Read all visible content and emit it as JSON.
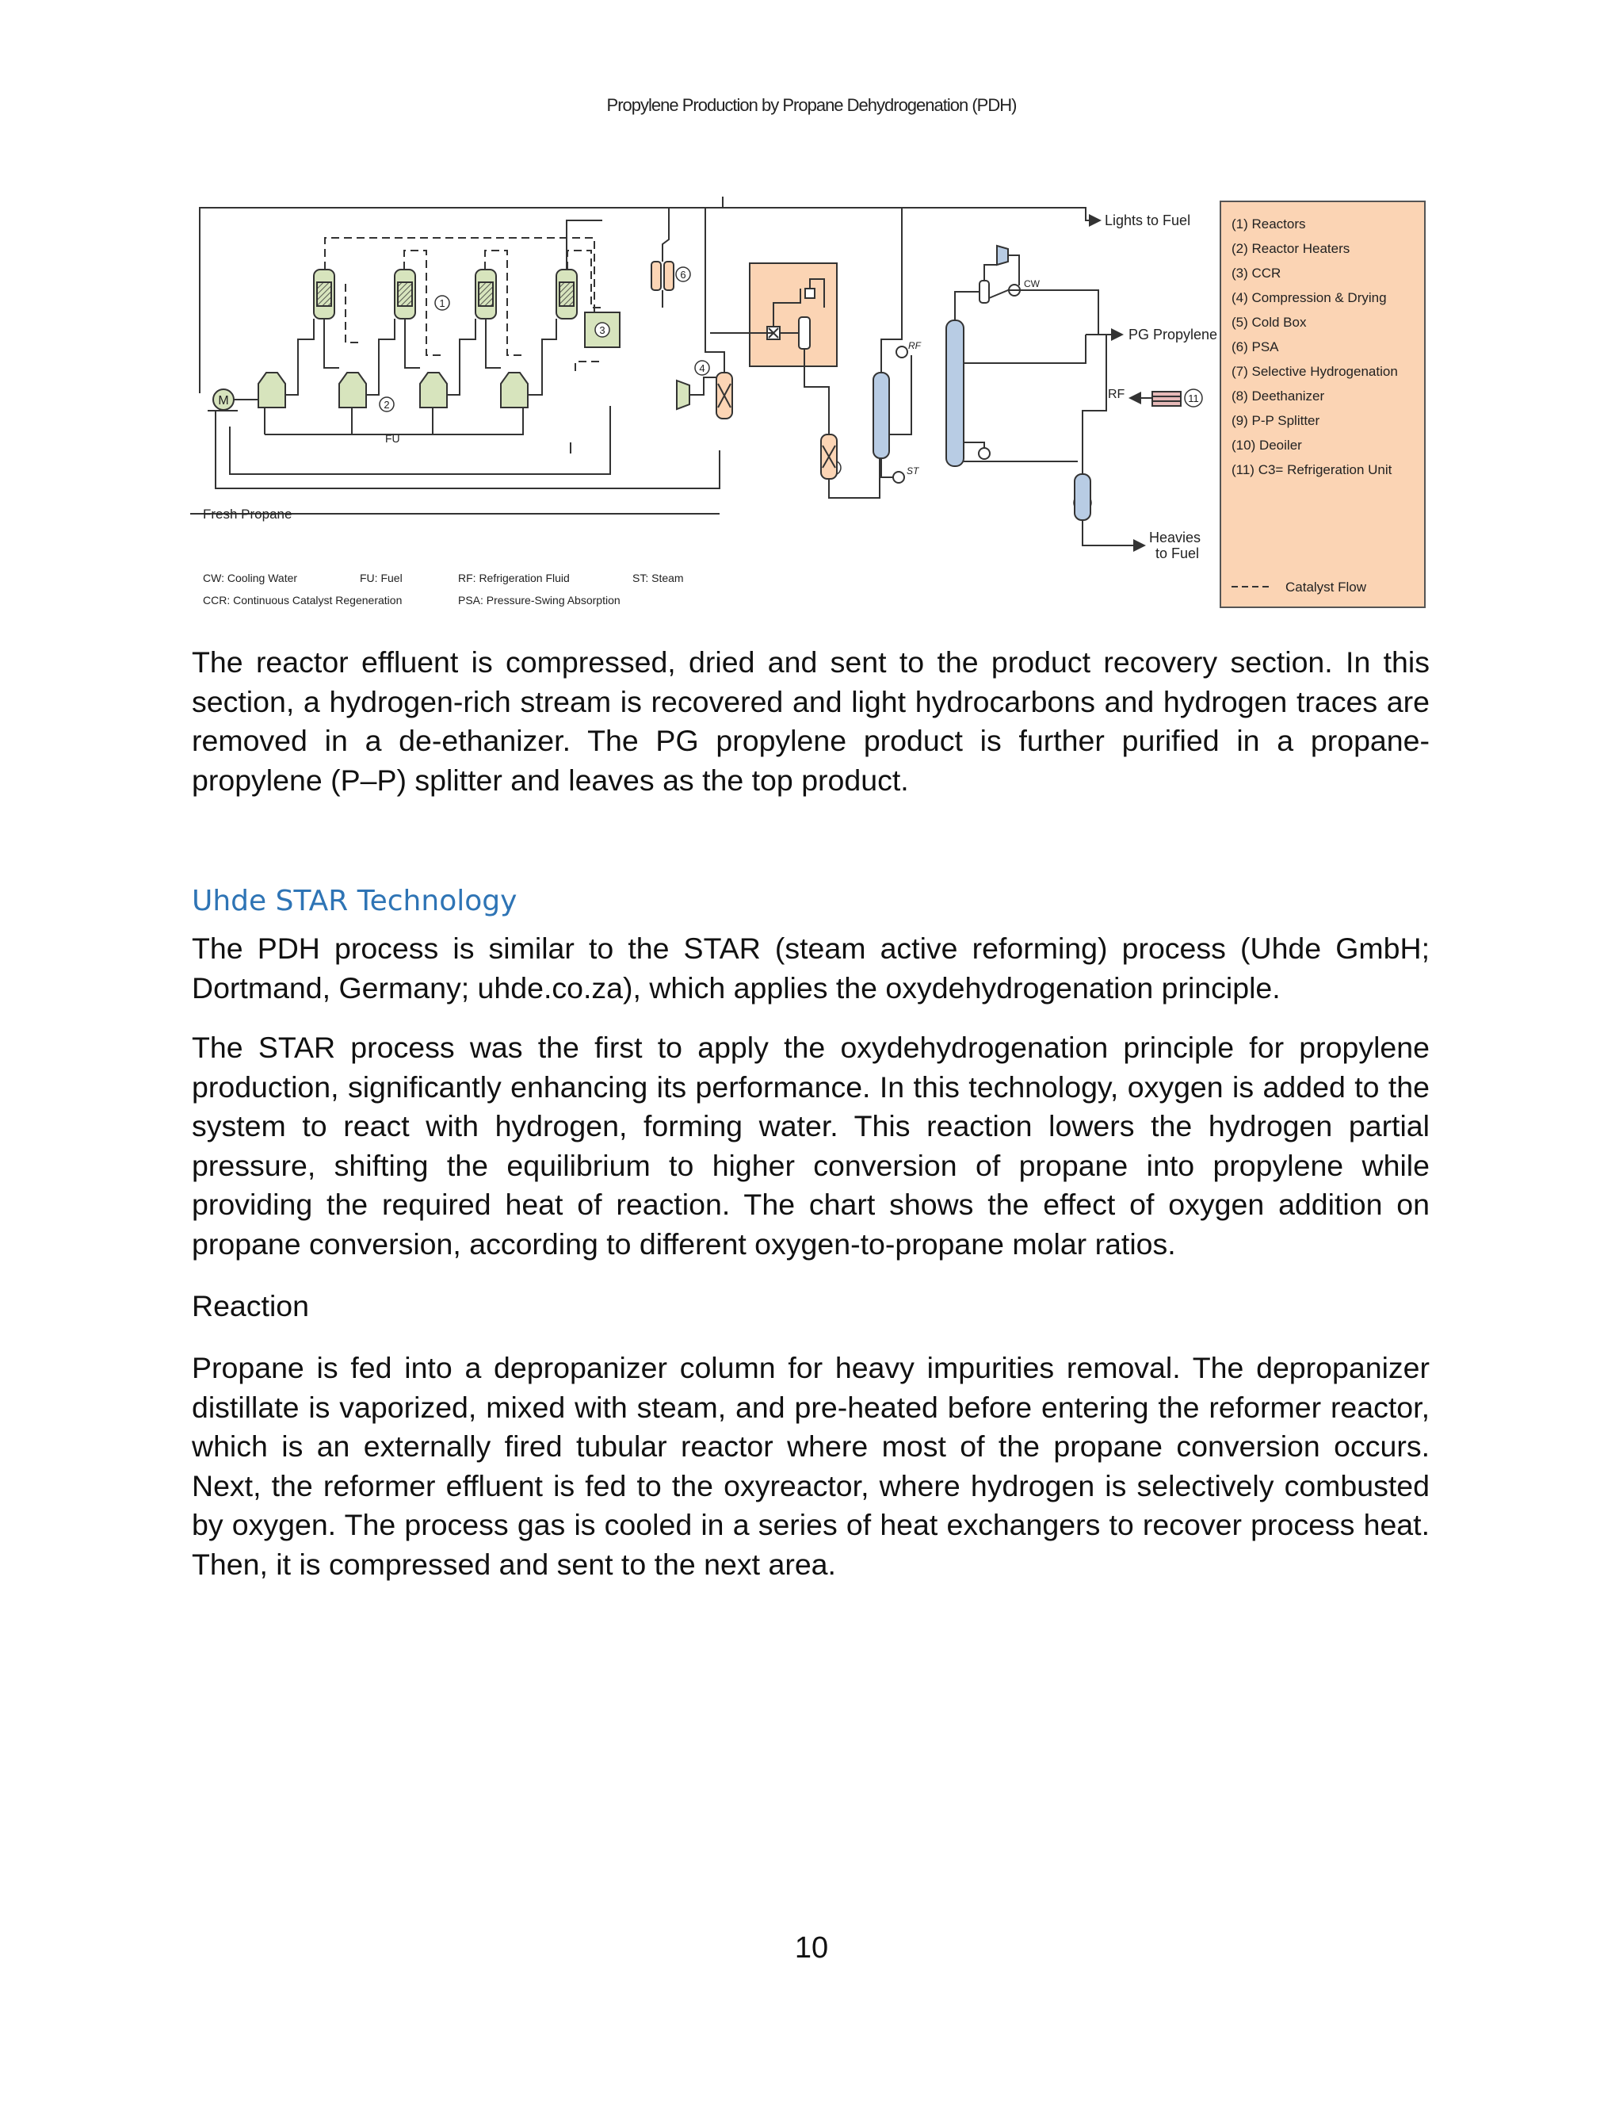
{
  "header": {
    "running_title": "Propylene Production by Propane Dehydrogenation (PDH)"
  },
  "figure": {
    "outputs": {
      "lights_to_fuel": "Lights to Fuel",
      "pg_propylene": "PG Propylene",
      "heavies_line1": "Heavies",
      "heavies_line2": "to Fuel",
      "rf": "RF"
    },
    "fresh_propane": "Fresh Propane",
    "stream_labels": {
      "cw": "CW",
      "rf": "RF",
      "st": "ST",
      "fu": "FU",
      "mixer": "M"
    },
    "unit_numbers": [
      "1",
      "2",
      "3",
      "4",
      "5",
      "6",
      "7",
      "8",
      "9",
      "10",
      "11"
    ],
    "legend": {
      "items": [
        "(1) Reactors",
        "(2) Reactor Heaters",
        "(3) CCR",
        "(4) Compression & Drying",
        "(5) Cold Box",
        "(6) PSA",
        "(7) Selective Hydrogenation",
        "(8) Deethanizer",
        "(9) P-P Splitter",
        "(10) Deoiler",
        "(11) C3= Refrigeration Unit"
      ],
      "catalyst_flow": "Catalyst Flow"
    },
    "abbreviations": {
      "cw": "CW: Cooling Water",
      "fu": "FU: Fuel",
      "rf": "RF: Refrigeration Fluid",
      "st": "ST: Steam",
      "ccr": "CCR: Continuous Catalyst Regeneration",
      "psa": "PSA: Pressure-Swing Absorption"
    },
    "colors": {
      "reactor_fill": "#d7e4bd",
      "cold_box_fill": "#fbd4b4",
      "legend_fill": "#fbd4b4",
      "column_fill": "#b8cce4",
      "selective_fill": "#fcd5b5"
    }
  },
  "content": {
    "paragraph1": "The reactor effluent is compressed, dried and sent to the product recovery section. In this section, a hydrogen-rich stream is recovered and light hydrocarbons and hydrogen traces are removed in a de-ethanizer. The PG propylene product is further purified in a propane-propylene (P–P) splitter and leaves as the top product.",
    "section_heading": "Uhde STAR Technology",
    "paragraph2": "The PDH process is similar to the STAR (steam active reforming) process (Uhde GmbH; Dortmand, Germany; uhde.co.za), which applies the oxydehydrogenation principle.",
    "paragraph3": "The STAR process was the first to apply the oxydehydrogenation principle for propylene production, significantly enhancing its performance. In this technology, oxygen is added to the system to react with hydrogen, forming water. This reaction lowers the hydrogen partial pressure, shifting the equilibrium to higher conversion of propane into propylene while providing the required heat of reaction. The chart shows the effect of oxygen addition on propane conversion, according to different oxygen-to-propane molar ratios.",
    "reaction_label": "Reaction",
    "paragraph4": "Propane is fed into a depropanizer column for heavy impurities removal. The depropanizer distillate is vaporized, mixed with steam, and pre-heated before entering the reformer reactor, which is an externally fired tubular reactor where most of the propane conversion occurs. Next, the reformer effluent is fed to the oxyreactor, where hydrogen is selectively combusted by oxygen. The process gas is cooled in a series of heat exchangers to recover process heat. Then, it is compressed and sent to the next area."
  },
  "footer": {
    "page_number": "10"
  }
}
